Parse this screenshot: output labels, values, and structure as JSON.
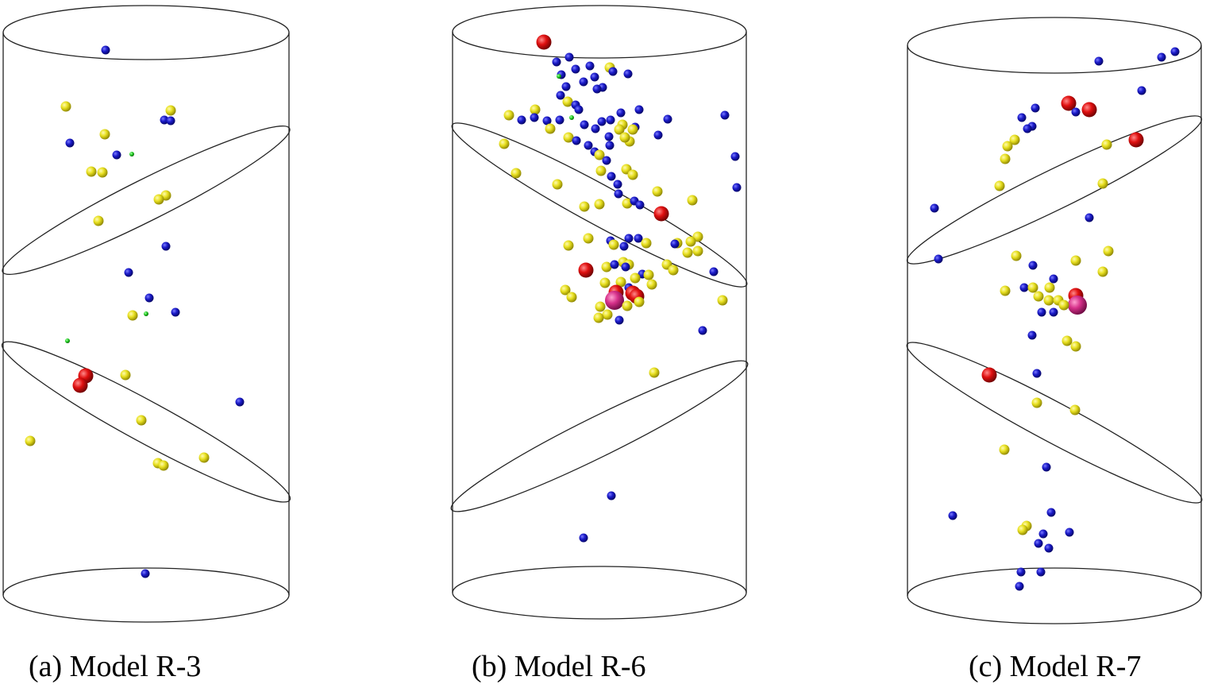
{
  "panels": [
    {
      "id": "a",
      "caption": "(a) Model R-3"
    },
    {
      "id": "b",
      "caption": "(b) Model R-6"
    },
    {
      "id": "c",
      "caption": "(c) Model R-7"
    }
  ],
  "colors": {
    "outline": "#222222",
    "blue": "#1a1ac8",
    "yellow": "#e8e020",
    "red": "#e01010",
    "green": "#22cc22",
    "magenta": "#d6308a"
  },
  "marker_types": [
    "blue-sphere",
    "yellow-sphere",
    "red-sphere",
    "green-sphere",
    "magenta-sphere"
  ]
}
